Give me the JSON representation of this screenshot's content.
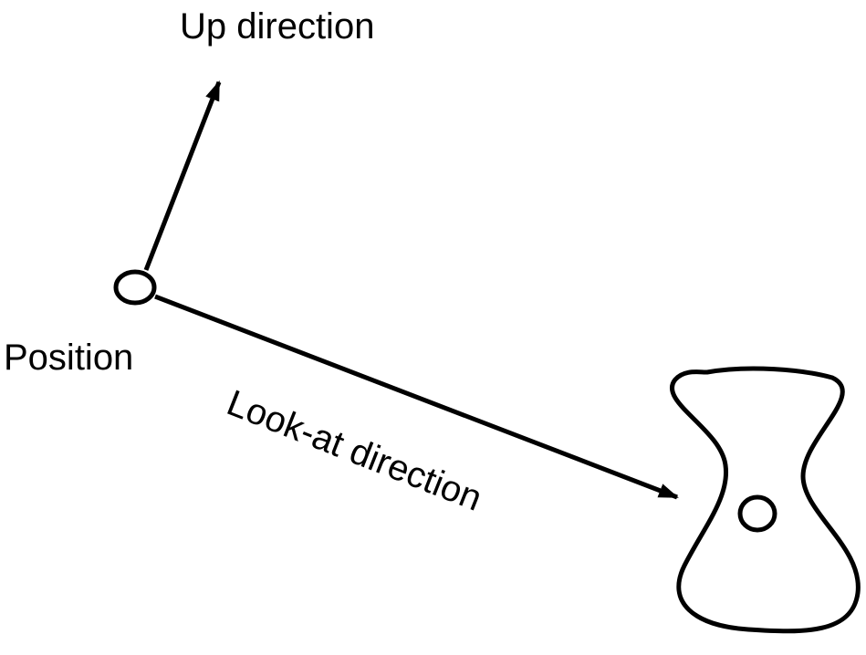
{
  "labels": {
    "up": "Up direction",
    "position": "Position",
    "look_at": "Look-at direction"
  },
  "colors": {
    "stroke": "#000000",
    "background": "#ffffff"
  }
}
